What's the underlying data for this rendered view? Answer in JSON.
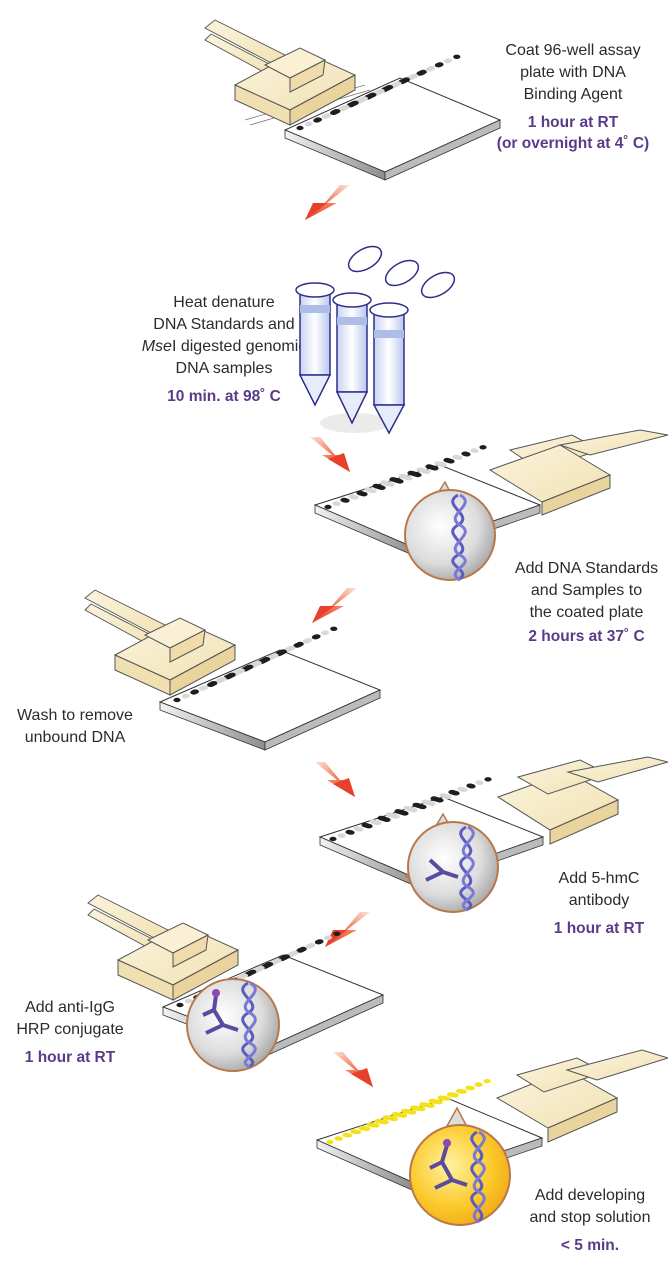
{
  "title": "5-hmC ELISA workflow",
  "colors": {
    "condition_text": "#5b3a8a",
    "body_text": "#2b2b2b",
    "arrow": "#e8462a",
    "pipette": "#f8ecc8",
    "plate_well_dark": "#1e1e1e",
    "plate_well_yellow": "#f3e21a",
    "dna": "#5b5bc0",
    "magnifier_rim": "#b8784a",
    "tube_liquid": "#aebde8"
  },
  "steps": [
    {
      "id": 1,
      "lines": [
        "Coat 96-well assay",
        "plate with DNA",
        "Binding Agent"
      ],
      "condition": [
        "1 hour at RT",
        "(or overnight at 4˚ C)"
      ],
      "illustration": "pipette-plate-icon"
    },
    {
      "id": 2,
      "lines": [
        "Heat denature",
        "DNA Standards and",
        "MseI digested genomic",
        "DNA samples"
      ],
      "italic_word": "Mse",
      "condition": [
        "10 min. at 98˚ C"
      ],
      "illustration": "tubes-icon"
    },
    {
      "id": 3,
      "lines": [
        "Add DNA Standards",
        "and Samples to",
        "the coated plate"
      ],
      "condition": [
        "2 hours at 37˚ C"
      ],
      "illustration": "plate-dna-magnifier-icon"
    },
    {
      "id": 4,
      "lines": [
        "Wash to remove",
        "unbound DNA"
      ],
      "condition": [],
      "illustration": "pipette-plate-icon"
    },
    {
      "id": 5,
      "lines": [
        "Add 5-hmC",
        "antibody"
      ],
      "condition": [
        "1 hour at RT"
      ],
      "illustration": "plate-antibody-magnifier-icon"
    },
    {
      "id": 6,
      "lines": [
        "Add anti-IgG",
        "HRP conjugate"
      ],
      "condition": [
        "1 hour at RT"
      ],
      "illustration": "plate-conjugate-magnifier-icon"
    },
    {
      "id": 7,
      "lines": [
        "Add developing",
        "and stop solution"
      ],
      "condition": [
        "< 5 min."
      ],
      "illustration": "yellow-plate-magnifier-icon"
    }
  ]
}
